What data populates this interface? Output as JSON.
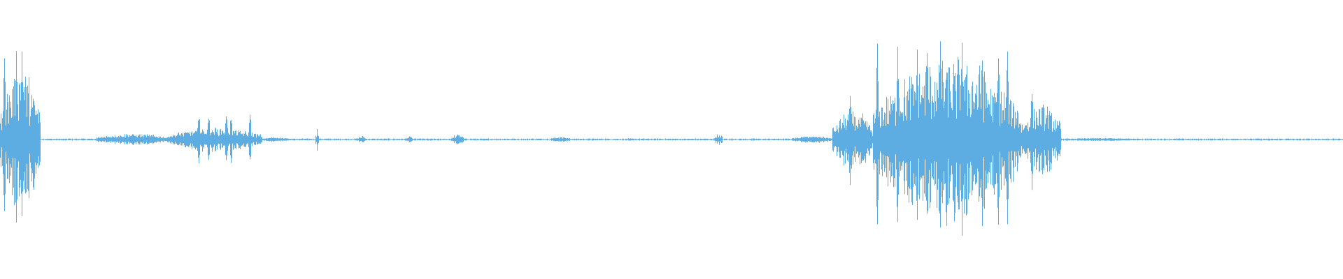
{
  "waveform": {
    "color": "#5dade2",
    "background": "#ffffff",
    "segments": [
      {
        "start": 0.0,
        "end": 0.03,
        "peak": 0.55,
        "density": 0.9,
        "spikes": [
          0.003,
          0.012,
          0.016
        ]
      },
      {
        "start": 0.072,
        "end": 0.125,
        "peak": 0.06,
        "density": 0.6,
        "spikes": []
      },
      {
        "start": 0.125,
        "end": 0.195,
        "peak": 0.12,
        "density": 0.6,
        "spikes": [
          0.148,
          0.155,
          0.168,
          0.172,
          0.186
        ]
      },
      {
        "start": 0.195,
        "end": 0.215,
        "peak": 0.03,
        "density": 0.4,
        "spikes": []
      },
      {
        "start": 0.235,
        "end": 0.237,
        "peak": 0.1,
        "density": 0.9,
        "spikes": []
      },
      {
        "start": 0.266,
        "end": 0.272,
        "peak": 0.04,
        "density": 0.7,
        "spikes": []
      },
      {
        "start": 0.303,
        "end": 0.307,
        "peak": 0.03,
        "density": 0.7,
        "spikes": []
      },
      {
        "start": 0.336,
        "end": 0.345,
        "peak": 0.05,
        "density": 0.7,
        "spikes": []
      },
      {
        "start": 0.41,
        "end": 0.425,
        "peak": 0.03,
        "density": 0.5,
        "spikes": []
      },
      {
        "start": 0.532,
        "end": 0.538,
        "peak": 0.05,
        "density": 0.7,
        "spikes": []
      },
      {
        "start": 0.59,
        "end": 0.62,
        "peak": 0.04,
        "density": 0.5,
        "spikes": []
      },
      {
        "start": 0.62,
        "end": 0.65,
        "peak": 0.25,
        "density": 0.8,
        "spikes": [
          0.633
        ]
      },
      {
        "start": 0.65,
        "end": 0.76,
        "peak": 0.6,
        "density": 0.95,
        "spikes": [
          0.653,
          0.668,
          0.683,
          0.69,
          0.7,
          0.716,
          0.731,
          0.743,
          0.75
        ]
      },
      {
        "start": 0.76,
        "end": 0.79,
        "peak": 0.3,
        "density": 0.8,
        "spikes": [
          0.768
        ]
      },
      {
        "start": 0.79,
        "end": 0.85,
        "peak": 0.02,
        "density": 0.4,
        "spikes": []
      }
    ],
    "noise_floor": 0.006
  }
}
